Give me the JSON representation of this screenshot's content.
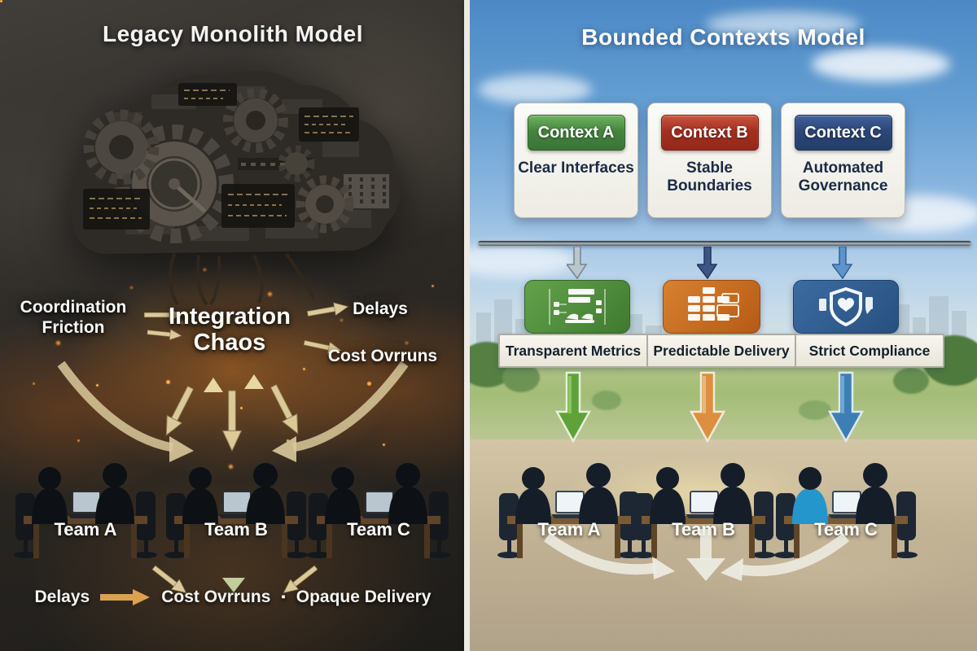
{
  "left_panel": {
    "title": "Legacy Monolith Model",
    "labels": {
      "coordination_friction": "Coordination Friction",
      "integration_chaos": "Integration Chaos",
      "delays": "Delays",
      "cost_overruns": "Cost Ovrruns"
    },
    "teams": [
      "Team A",
      "Team B",
      "Team C"
    ],
    "bottom_row": {
      "delays": "Delays",
      "cost_overruns": "Cost Ovrruns",
      "bullet": "▪",
      "opaque_delivery": "Opaque Delivery"
    },
    "colors": {
      "background": "#2a2723",
      "fire_glow": "#e07a20",
      "arrow": "#d9c99b"
    }
  },
  "right_panel": {
    "title": "Bounded Contexts Model",
    "contexts": [
      {
        "name": "Context A",
        "benefit": "Clear Interfaces",
        "metric": "Transparent Metrics",
        "icon": "org-chart-icon",
        "button_color": "#45853f",
        "tile_color": "#4e8a3b",
        "arrow_color": "#5fa23a"
      },
      {
        "name": "Context B",
        "benefit": "Stable Boundaries",
        "metric": "Predictable Delivery",
        "icon": "kanban-board-icon",
        "button_color": "#a52f20",
        "tile_color": "#c4611f",
        "arrow_color": "#dd8f3f"
      },
      {
        "name": "Context C",
        "benefit": "Automated Governance",
        "metric": "Strict Compliance",
        "icon": "shield-governance-icon",
        "button_color": "#2c4778",
        "tile_color": "#2f588c",
        "arrow_color": "#3c7fb4"
      }
    ],
    "teams": [
      "Team A",
      "Team B",
      "Team C"
    ],
    "colors": {
      "sky": "#4c89c5",
      "ground": "#c2b294"
    }
  }
}
